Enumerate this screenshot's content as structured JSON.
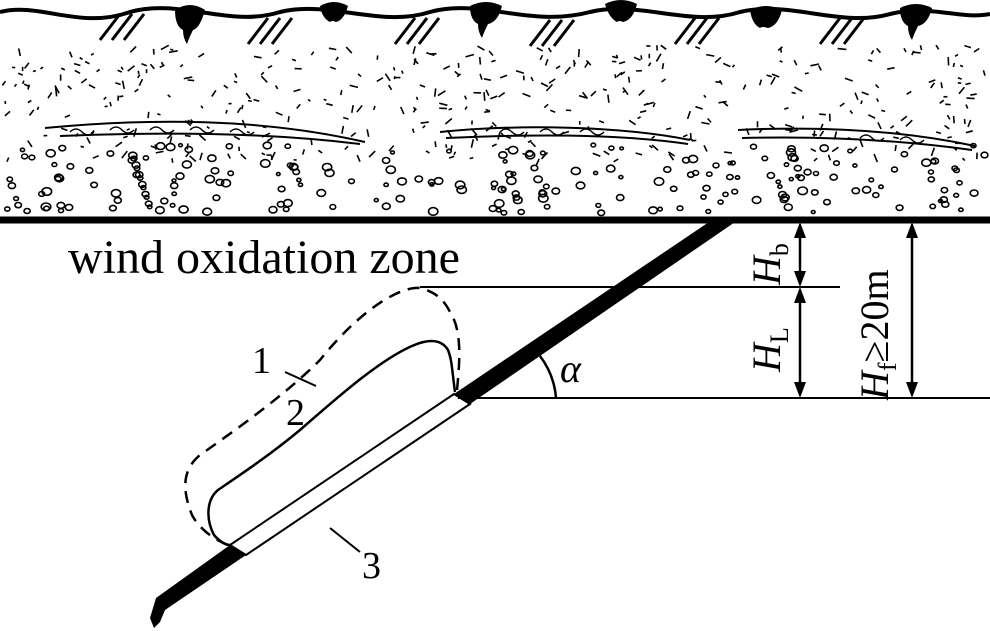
{
  "zone_label": "wind oxidation zone",
  "labels": {
    "boundary_1": "1",
    "boundary_2": "2",
    "boundary_3": "3",
    "angle": "α"
  },
  "dimensions": {
    "hb": {
      "symbol": "H",
      "sub": "b"
    },
    "hl": {
      "symbol": "H",
      "sub": "L"
    },
    "hf": {
      "symbol": "H",
      "sub": "f",
      "suffix": "≥20m"
    }
  }
}
